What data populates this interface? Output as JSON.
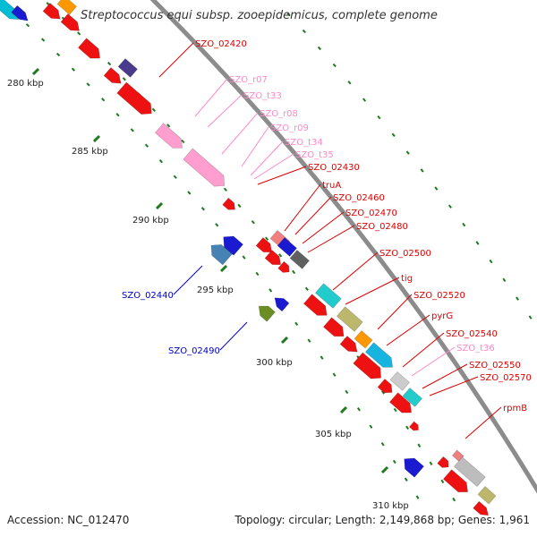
{
  "title": "Streptococcus equi subsp. zooepidemicus, complete genome",
  "footer": {
    "accession": "Accession: NC_012470",
    "topology": "Topology: circular; Length: 2,149,868 bp; Genes: 1,961"
  },
  "colors": {
    "backbone": "#8c8c8c",
    "tick": "#1e7a1e",
    "forward_label": "#dd0000",
    "rna_label": "#ff88c8",
    "reverse_label": "#0000cc"
  },
  "scale_labels": [
    "280 kbp",
    "285 kbp",
    "290 kbp",
    "295 kbp",
    "300 kbp",
    "305 kbp",
    "310 kbp"
  ],
  "feature_labels": [
    {
      "text": "SZO_02420",
      "kind": "forward"
    },
    {
      "text": "SZO_r07",
      "kind": "rna"
    },
    {
      "text": "SZO_t33",
      "kind": "rna"
    },
    {
      "text": "SZO_r08",
      "kind": "rna"
    },
    {
      "text": "SZO_r09",
      "kind": "rna"
    },
    {
      "text": "SZO_t34",
      "kind": "rna"
    },
    {
      "text": "SZO_t35",
      "kind": "rna"
    },
    {
      "text": "SZO_02430",
      "kind": "forward"
    },
    {
      "text": "truA",
      "kind": "forward"
    },
    {
      "text": "SZO_02460",
      "kind": "forward"
    },
    {
      "text": "SZO_02470",
      "kind": "forward"
    },
    {
      "text": "SZO_02480",
      "kind": "forward"
    },
    {
      "text": "SZO_02500",
      "kind": "forward"
    },
    {
      "text": "tig",
      "kind": "forward"
    },
    {
      "text": "SZO_02520",
      "kind": "forward"
    },
    {
      "text": "pyrG",
      "kind": "forward"
    },
    {
      "text": "SZO_02540",
      "kind": "forward"
    },
    {
      "text": "SZO_t36",
      "kind": "rna"
    },
    {
      "text": "SZO_02550",
      "kind": "forward"
    },
    {
      "text": "SZO_02570",
      "kind": "forward"
    },
    {
      "text": "rpmB",
      "kind": "forward"
    },
    {
      "text": "SZO_02440",
      "kind": "reverse"
    },
    {
      "text": "SZO_02490",
      "kind": "reverse"
    }
  ]
}
